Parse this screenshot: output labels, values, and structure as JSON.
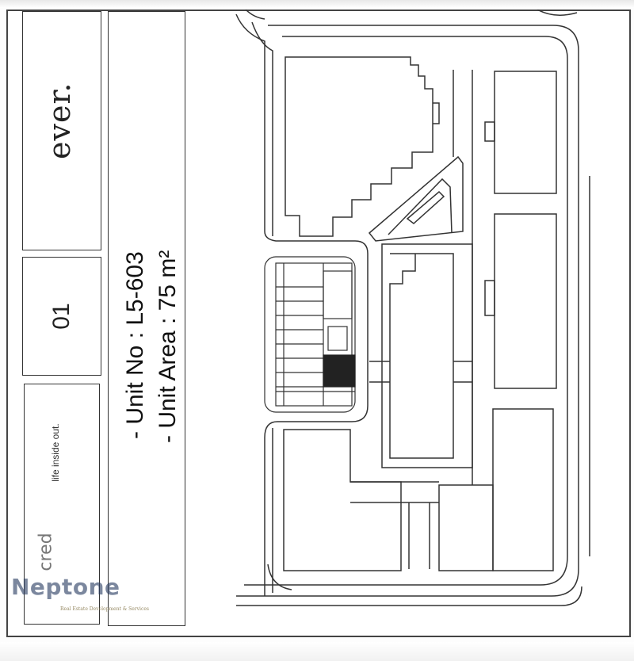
{
  "brand": {
    "logo_text": "ever.",
    "tagline": "life inside out.",
    "credit_fragment": "cred"
  },
  "page": {
    "number": "01"
  },
  "unit": {
    "number_line": "-   Unit No :  L5-603",
    "area_line": "-   Unit Area : 75 m²"
  },
  "watermark": {
    "name": "Neptone",
    "subtitle": "Real Estate Development & Services"
  },
  "colors": {
    "line": "#333333",
    "watermark": "#2c3e63"
  }
}
